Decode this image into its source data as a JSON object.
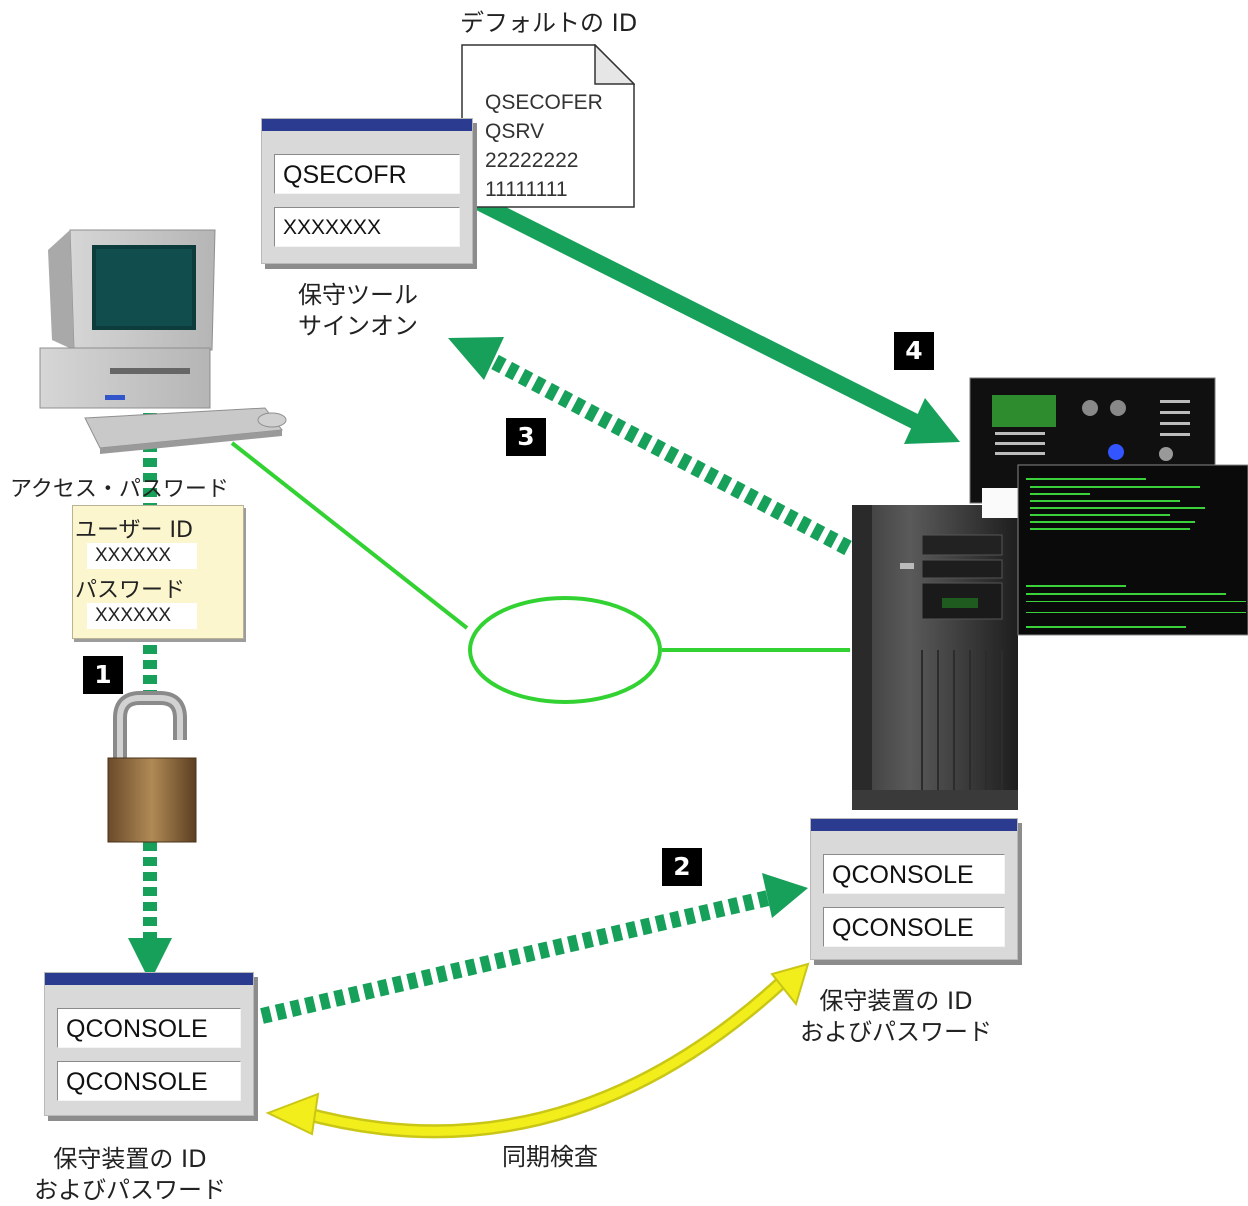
{
  "labels": {
    "default_id_title": "デフォルトの ID",
    "dst_signon_line1": "保守ツール",
    "dst_signon_line2": "サインオン",
    "access_password": "アクセス・パスワード",
    "device_id_right_line1": "保守装置の ID",
    "device_id_right_line2": "およびパスワード",
    "device_id_left_line1": "保守装置の ID",
    "device_id_left_line2": "およびパスワード",
    "sync_check": "同期検査"
  },
  "default_ids": [
    "QSECOFER",
    "QSRV",
    "22222222",
    "11111111"
  ],
  "dst_signon": {
    "user": "QSECOFR",
    "password": "XXXXXXX"
  },
  "access_card": {
    "user_label": "ユーザー ID",
    "user_value": "XXXXXX",
    "password_label": "パスワード",
    "password_value": "XXXXXX"
  },
  "device_right": {
    "id": "QCONSOLE",
    "password": "QCONSOLE"
  },
  "device_left": {
    "id": "QCONSOLE",
    "password": "QCONSOLE"
  },
  "steps": [
    "1",
    "2",
    "3",
    "4"
  ],
  "colors": {
    "dark_green": "#17a05a",
    "light_green": "#33d233",
    "yellow": "#f2ee1c",
    "title_bar": "#2b3b8f"
  }
}
